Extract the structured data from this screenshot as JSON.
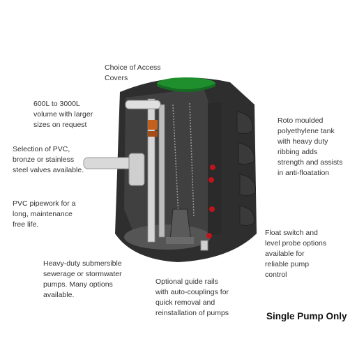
{
  "callouts": {
    "access_covers": "Choice of Access\nCovers",
    "volume": "600L to 3000L\nvolume with larger\nsizes on request",
    "valves": "Selection of PVC,\nbronze or stainless\nsteel valves available.",
    "pipework": "PVC pipework for a\nlong, maintenance\nfree life.",
    "pumps": "Heavy-duty submersible\nsewerage or stormwater\npumps. Many options\navailable.",
    "guide_rails": "Optional guide rails\nwith auto-couplings for\nquick removal and\nreinstallation of pumps",
    "tank": "Roto moulded\npolyethylene tank\nwith heavy duty\nribbing adds\nstrength and assists\nin anti-floatation",
    "float_switch": "Float switch and\nlevel probe options\navailable for\nreliable pump\ncontrol"
  },
  "footer_label": "Single Pump Only",
  "colors": {
    "tank_body": "#2e2e2e",
    "tank_interior": "#3f3f3f",
    "lid": "#1f8f2e",
    "pipe": "#d9d9d9",
    "float": "#c0141c"
  }
}
